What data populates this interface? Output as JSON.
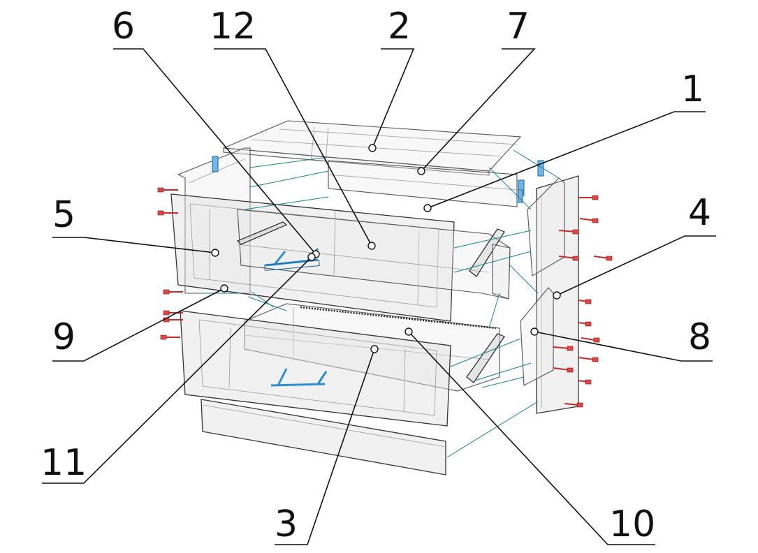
{
  "diagram": {
    "callouts": [
      {
        "id": "c1",
        "label": "1"
      },
      {
        "id": "c2",
        "label": "2"
      },
      {
        "id": "c3",
        "label": "3"
      },
      {
        "id": "c4",
        "label": "4"
      },
      {
        "id": "c5",
        "label": "5"
      },
      {
        "id": "c6",
        "label": "6"
      },
      {
        "id": "c7",
        "label": "7"
      },
      {
        "id": "c8",
        "label": "8"
      },
      {
        "id": "c9",
        "label": "9"
      },
      {
        "id": "c10",
        "label": "10"
      },
      {
        "id": "c11",
        "label": "11"
      },
      {
        "id": "c12",
        "label": "12"
      }
    ],
    "colors": {
      "outline": "#1a1a1a",
      "connector": "#1a7f8f",
      "screw": "#e04848",
      "handle": "#2a8fd0"
    }
  }
}
